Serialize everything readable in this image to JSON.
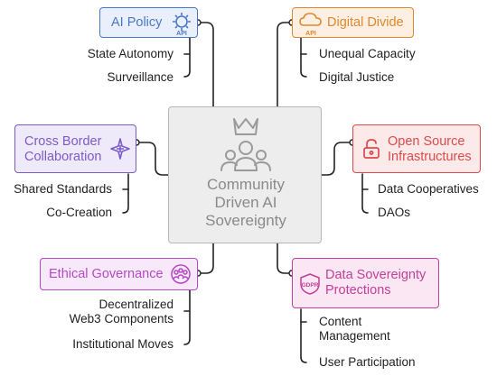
{
  "center": {
    "title": "Community\nDriven AI\nSovereignty",
    "icon": "crown-community-icon"
  },
  "colors": {
    "connector": "#222222",
    "center_border": "#b8b8b8",
    "center_fill": "#ededed",
    "center_text": "#8a8a8a"
  },
  "nodes": {
    "ai_policy": {
      "title": "AI Policy",
      "icon": "gear-api-icon",
      "color": "#4a78c8",
      "fill": "#e9f0fb",
      "items": [
        "State Autonomy",
        "Surveillance"
      ]
    },
    "digital_divide": {
      "title": "Digital Divide",
      "icon": "cloud-api-icon",
      "color": "#e0882e",
      "fill": "#fdf0e2",
      "items": [
        "Unequal Capacity",
        "Digital Justice"
      ]
    },
    "cross_border": {
      "title": "Cross Border\nCollaboration",
      "icon": "sparkle-star-icon",
      "color": "#7d5ac6",
      "fill": "#efeafa",
      "items": [
        "Shared Standards",
        "Co-Creation"
      ]
    },
    "open_source": {
      "title": "Open Source\nInfrastructures",
      "icon": "unlocked-padlock-icon",
      "color": "#dc4b4b",
      "fill": "#fce9e9",
      "items": [
        "Data Cooperatives",
        "DAOs"
      ]
    },
    "ethical_gov": {
      "title": "Ethical Governance",
      "icon": "people-group-icon",
      "color": "#b54ac4",
      "fill": "#f7e8fa",
      "items": [
        "Decentralized\nWeb3 Components",
        "Institutional Moves"
      ]
    },
    "data_sov": {
      "title": "Data Sovereignty\nProtections",
      "icon": "gdpr-shield-icon",
      "color": "#c23f9a",
      "fill": "#fbe7f3",
      "items": [
        "Content\nManagement",
        "User Participation"
      ]
    }
  }
}
